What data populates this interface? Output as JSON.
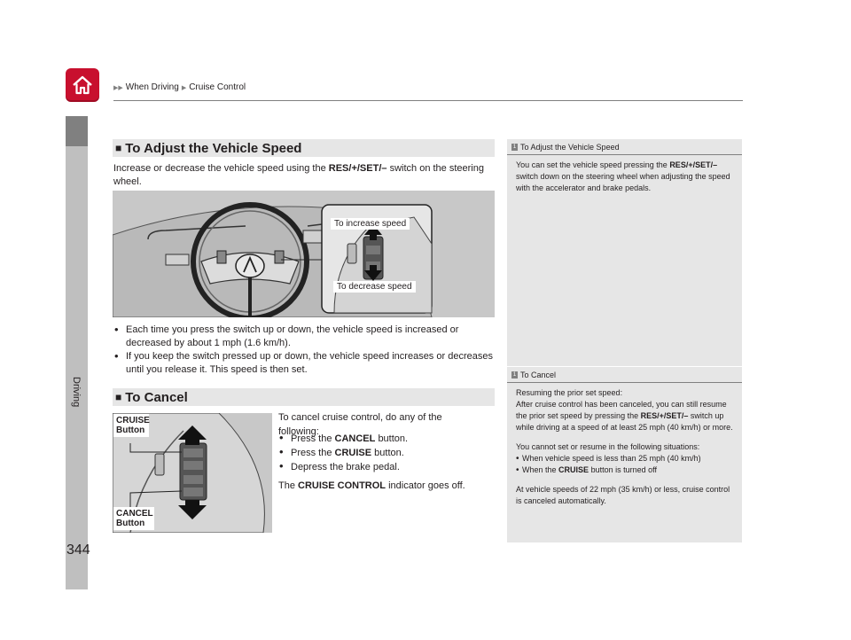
{
  "header": {
    "breadcrumb": [
      "When Driving",
      "Cruise Control"
    ],
    "home_icon": "home-icon"
  },
  "side_tab": {
    "label": "Driving"
  },
  "page_number": "344",
  "section_adjust": {
    "title": "To Adjust the Vehicle Speed",
    "intro_before": "Increase or decrease the vehicle speed using the",
    "intro_switch": "RES/+/SET/–",
    "intro_after": "switch on the steering wheel.",
    "illustration": {
      "callout_increase": "To increase speed",
      "callout_decrease": "To decrease speed"
    },
    "bullets": [
      "Each time you press the switch up or down, the vehicle speed is increased or decreased by about 1 mph (1.6 km/h).",
      "If you keep the switch pressed up or down, the vehicle speed increases or decreases until you release it. This speed is then set."
    ]
  },
  "section_cancel": {
    "title": "To Cancel",
    "intro": "To cancel cruise control, do any of the following:",
    "items": [
      {
        "before": "Press the",
        "bold": "CANCEL",
        "after": "button."
      },
      {
        "before": "Press the",
        "bold": "CRUISE",
        "after": "button."
      },
      {
        "before": "Depress the brake pedal.",
        "bold": "",
        "after": ""
      }
    ],
    "indicator_before": "The",
    "indicator_bold": "CRUISE CONTROL",
    "indicator_after": "indicator goes off.",
    "illustration": {
      "callout_cruise": "CRUISE Button",
      "callout_cancel": "CANCEL Button"
    }
  },
  "notes": {
    "adjust": {
      "heading": "To Adjust the Vehicle Speed",
      "p1_before": "You can set the vehicle speed pressing the",
      "p1_bold": "RES/+/SET/–",
      "p1_after": "switch down on the steering wheel when adjusting the speed with the accelerator and brake pedals."
    },
    "cancel": {
      "heading": "To Cancel",
      "p1_line1": "Resuming the prior set speed:",
      "p1_before": "After cruise control has been canceled, you can still resume the prior set speed by pressing the",
      "p1_bold": "RES/+/SET/–",
      "p1_after": "switch up while driving at a speed of at least 25 mph (40 km/h) or more.",
      "p2": "You cannot set or resume in the following situations:",
      "li1": "When vehicle speed is less than 25 mph (40 km/h)",
      "li2_before": "When the",
      "li2_bold": "CRUISE",
      "li2_after": "button is turned off",
      "p3": "At vehicle speeds of 22 mph (35 km/h) or less, cruise control is canceled automatically."
    }
  },
  "colors": {
    "home_red": "#c8102e",
    "tab_gray": "#bfbfbf",
    "bar_gray": "#e6e6e6"
  }
}
